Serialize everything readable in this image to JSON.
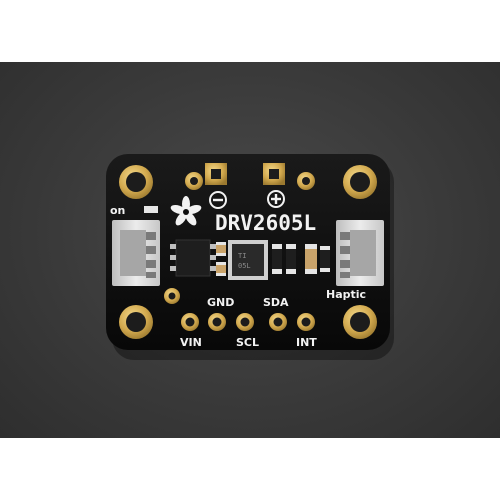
{
  "board": {
    "chip_name": "DRV2605L",
    "on_label": "on",
    "haptic_label": "Haptic",
    "pins_top": [
      "GND",
      "SDA"
    ],
    "pins_bottom": [
      "VIN",
      "SCL",
      "INT"
    ],
    "chip_marking": [
      "TI",
      "05L"
    ],
    "minus_symbol": "−",
    "plus_symbol": "+"
  },
  "colors": {
    "pcb": "#0d0d0d",
    "gold": "#d8b15a",
    "silkscreen": "#f2f2f2",
    "background": "#3a3a3a",
    "connector": "#d9d9d9"
  }
}
